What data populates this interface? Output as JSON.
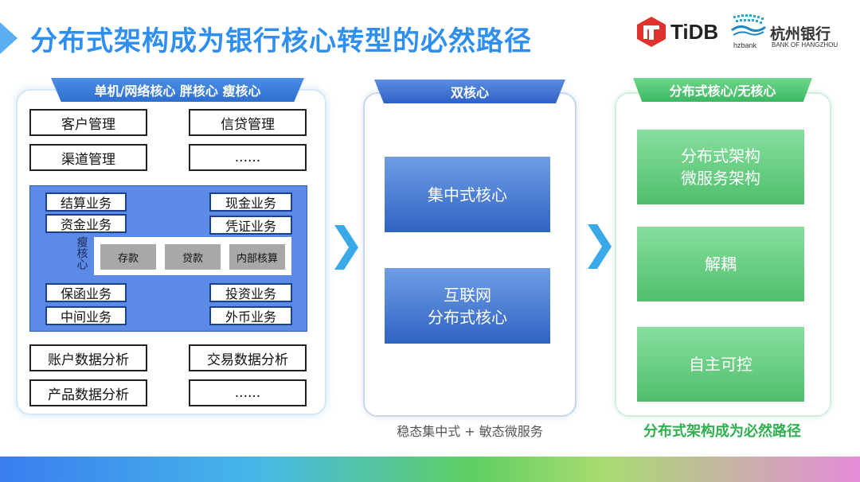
{
  "title": "分布式架构成为银行核心转型的必然路径",
  "logos": {
    "tidb": "TiDB",
    "bank_name": "杭州银行",
    "bank_english": "BANK OF HANGZHOU",
    "bank_small": "hzbank"
  },
  "panel1": {
    "header": "单机/网络核心   胖核心   瘦核心",
    "top_boxes": [
      "客户管理",
      "信贷管理",
      "渠道管理",
      "......"
    ],
    "blue_items": [
      "结算业务",
      "现金业务",
      "资金业务",
      "凭证业务",
      "保函业务",
      "投资业务",
      "中间业务",
      "外币业务"
    ],
    "thin_core_label": "瘦核心",
    "gray_items": [
      "存款",
      "贷款",
      "内部核算"
    ],
    "bottom_boxes": [
      "账户数据分析",
      "交易数据分析",
      "产品数据分析",
      "......"
    ]
  },
  "panel2": {
    "header": "双核心",
    "box1": "集中式核心",
    "box2_line1": "互联网",
    "box2_line2": "分布式核心",
    "caption": "稳态集中式 + 敏态微服务"
  },
  "panel3": {
    "header": "分布式核心/无核心",
    "box1_line1": "分布式架构",
    "box1_line2": "微服务架构",
    "box2": "解耦",
    "box3": "自主可控",
    "caption": "分布式架构成为必然路径"
  },
  "colors": {
    "title": "#2f8ff0",
    "blue": "#2f63c2",
    "green": "#50bf6c",
    "tidb_red": "#e0322d"
  }
}
